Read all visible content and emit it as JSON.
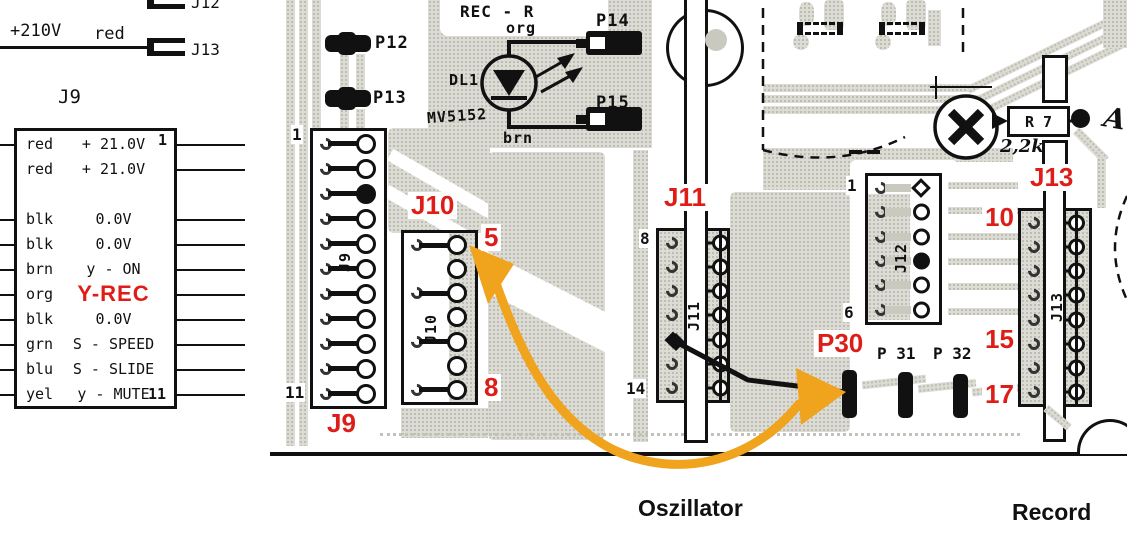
{
  "colors": {
    "red": "#de1d18",
    "orange": "#f0a31c",
    "pcb_gray": "#dcdcd5",
    "dot_gray": "#bdbdb4"
  },
  "schematic": {
    "top_connector_label": "J12",
    "supply": {
      "voltage": "+210V",
      "wire": "red",
      "connector": "J13"
    },
    "table": {
      "title": "J9",
      "pin_first": "1",
      "pin_last": "11",
      "rows": [
        {
          "wire": "red",
          "signal": "+ 21.0V"
        },
        {
          "wire": "red",
          "signal": "+ 21.0V"
        },
        {
          "wire": "",
          "signal": ""
        },
        {
          "wire": "blk",
          "signal": "0.0V"
        },
        {
          "wire": "blk",
          "signal": "0.0V"
        },
        {
          "wire": "brn",
          "signal": "y - ON"
        },
        {
          "wire": "org",
          "signal": "Y-REC",
          "highlight": true
        },
        {
          "wire": "blk",
          "signal": "0.0V"
        },
        {
          "wire": "grn",
          "signal": "S - SPEED"
        },
        {
          "wire": "blu",
          "signal": "S - SLIDE"
        },
        {
          "wire": "yel",
          "signal": "y - MUTE"
        }
      ]
    }
  },
  "pcb": {
    "plugs": {
      "p12": "P12",
      "p13": "P13",
      "p14": "P14",
      "p15": "P15"
    },
    "led": {
      "ref": "DL1",
      "part": "MV5152",
      "net": "REC - R",
      "wire_top": "org",
      "wire_bottom": "brn"
    },
    "resistor": {
      "ref": "R 7",
      "value": "2,2k"
    },
    "edge_letter": "A",
    "j9": {
      "red_label": "J9",
      "rot": "J9",
      "pin_top": "1",
      "pin_bottom": "11",
      "pins": 11
    },
    "j10": {
      "red_label": "J10",
      "rot": "J10",
      "red_pin_top": "5",
      "red_pin_bottom": "8",
      "pins": 7
    },
    "j11": {
      "red_label": "J11",
      "rot": "J11",
      "pin_top": "8",
      "pin_bottom": "14",
      "pins": 7
    },
    "j12": {
      "rot": "J12",
      "pin_top": "1",
      "pin_bottom": "6",
      "pins": 6
    },
    "j13": {
      "red_label": "J13",
      "rot": "J13",
      "red_pin_top": "10",
      "red_pin_mid": "15",
      "red_pin_bottom": "17",
      "pins": 8
    },
    "test_points": {
      "p30": "P30",
      "p31": "P 31",
      "p32": "P 32"
    }
  },
  "captions": {
    "oscillator": "Oszillator",
    "record": "Record"
  }
}
